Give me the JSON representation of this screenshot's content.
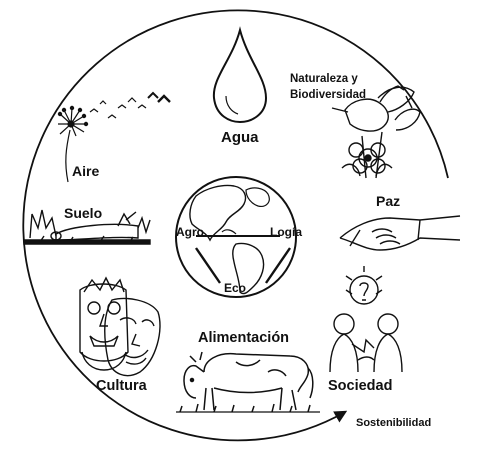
{
  "labels": {
    "agua": "Agua",
    "naturaleza_1": "Naturaleza y",
    "naturaleza_2": "Biodiversidad",
    "aire": "Aire",
    "suelo": "Suelo",
    "paz": "Paz",
    "agro": "Agro",
    "logia": "Logía",
    "eco": "Eco",
    "alimentacion": "Alimentación",
    "cultura": "Cultura",
    "sociedad": "Sociedad",
    "sostenibilidad": "Sostenibilidad"
  },
  "icons": [
    "water-drop-icon",
    "herons-flower-icon",
    "dandelion-birds-icon",
    "soil-log-icon",
    "handshake-icon",
    "globe-icon",
    "masks-icon",
    "cow-icon",
    "people-lightbulb-icon"
  ],
  "colors": {
    "ink": "#111111",
    "background": "#ffffff"
  }
}
